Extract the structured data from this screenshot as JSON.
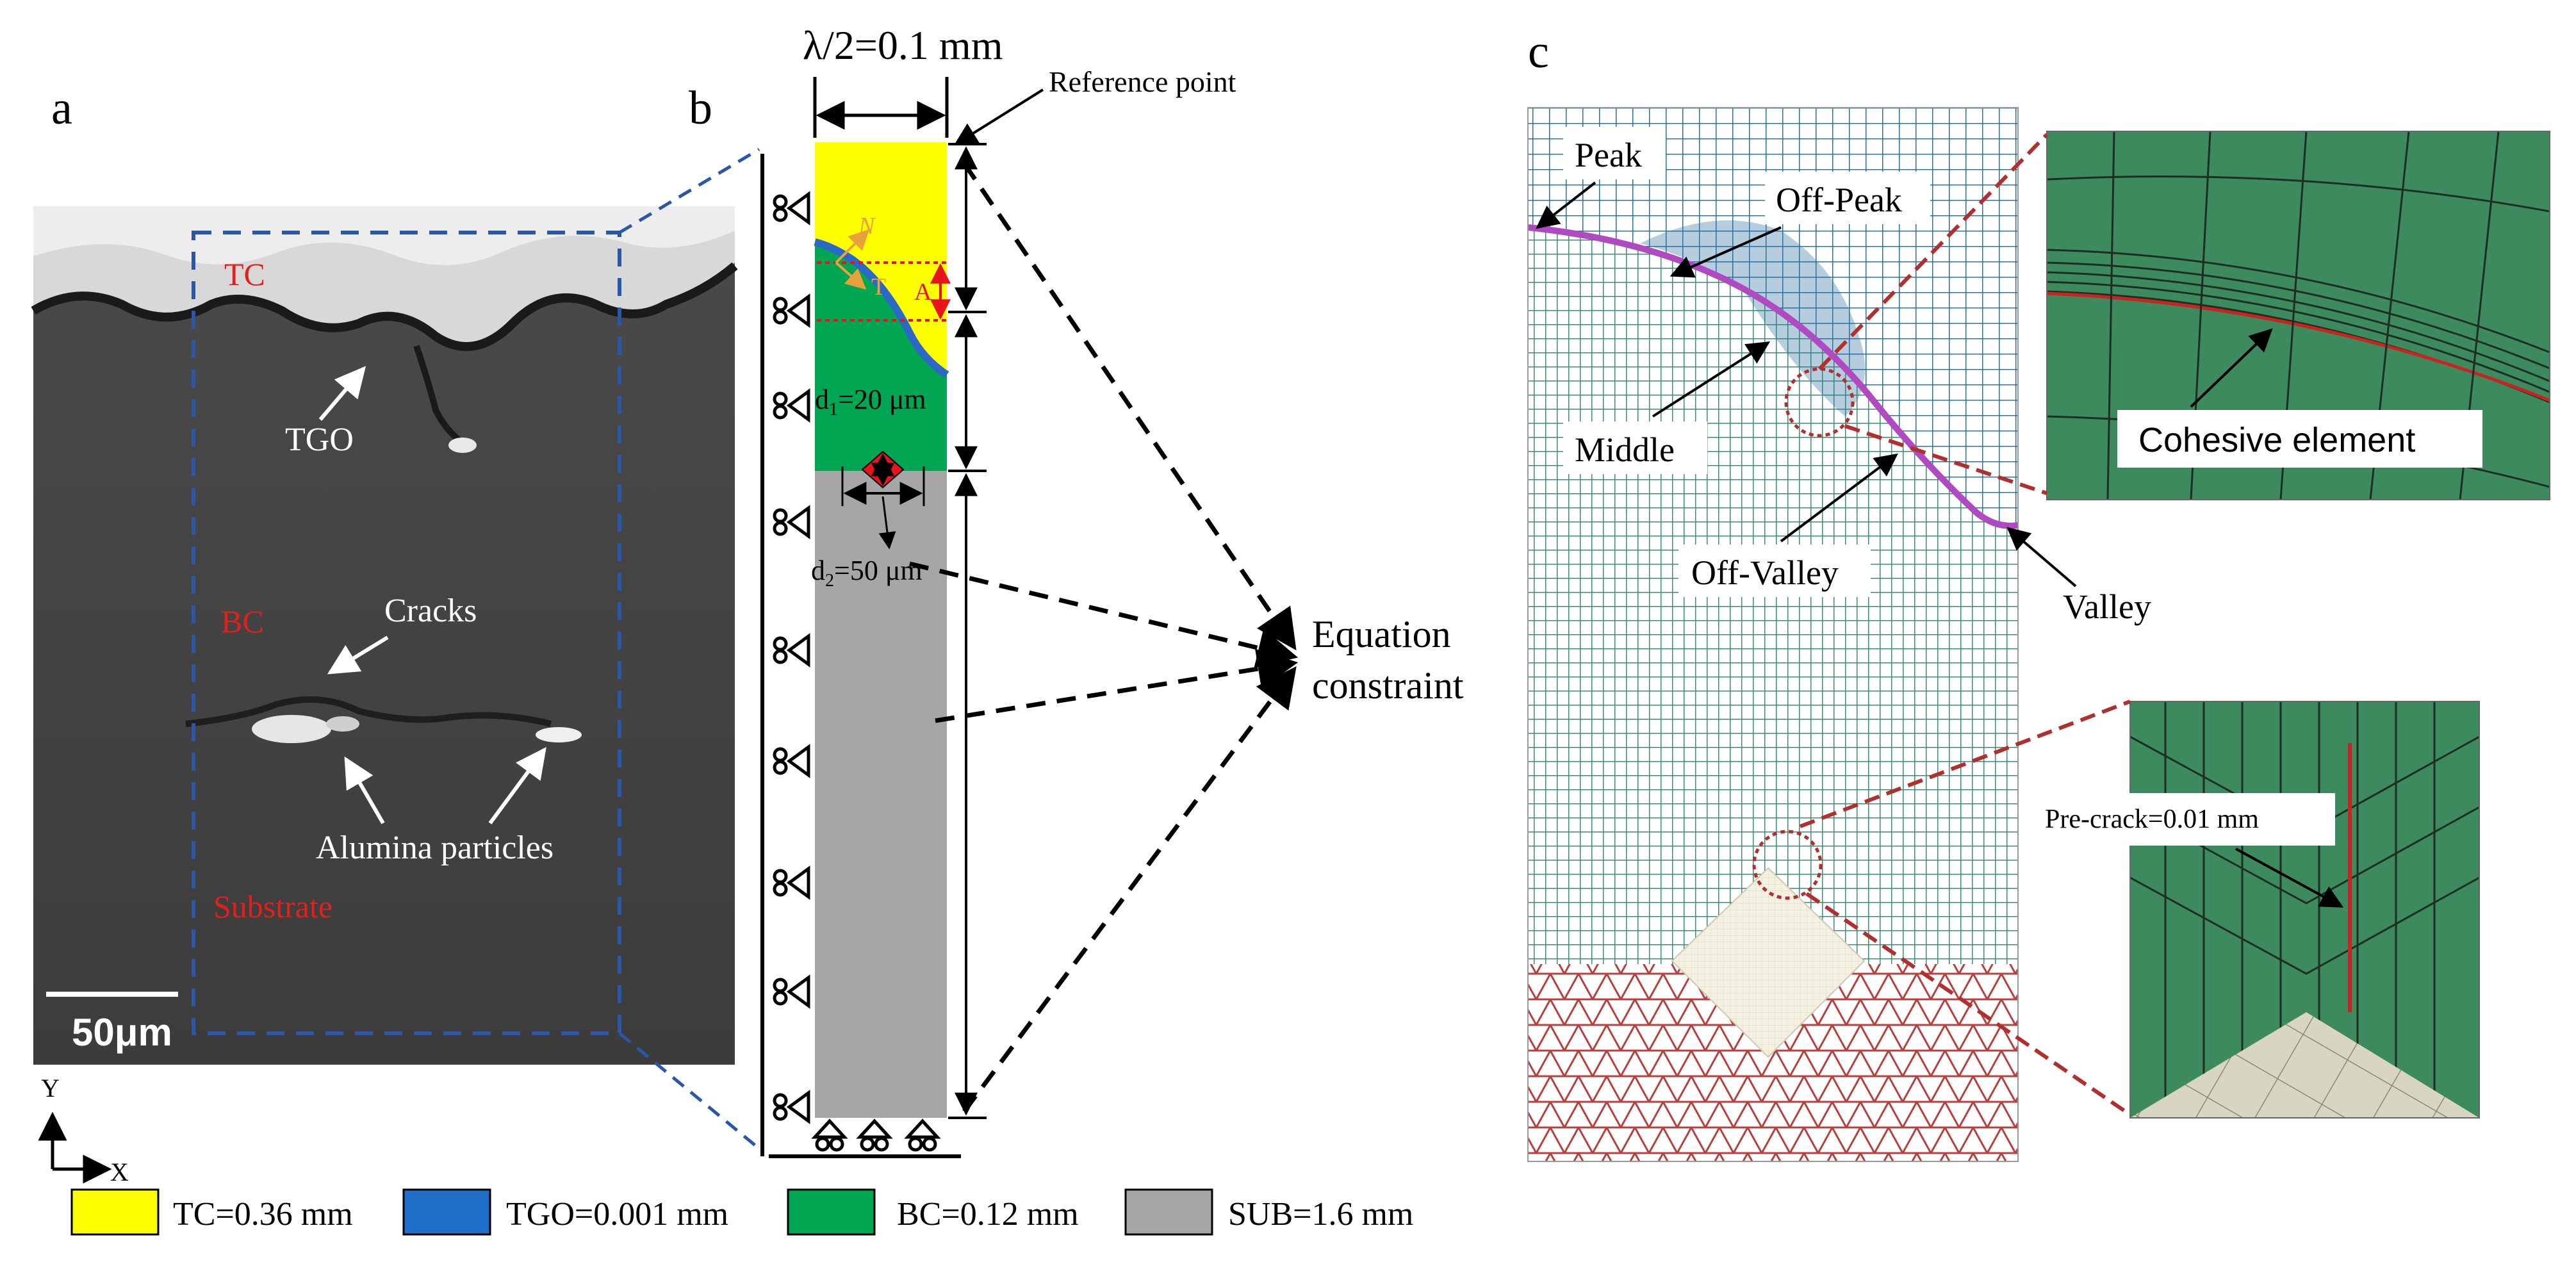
{
  "panel_a": {
    "letter": "a",
    "labels": {
      "tc": "TC",
      "tgo": "TGO",
      "bc": "BC",
      "cracks": "Cracks",
      "alumina": "Alumina particles",
      "substrate": "Substrate",
      "scalebar": "50μm"
    },
    "axes": {
      "y": "Y",
      "x": "X"
    },
    "colors": {
      "red_label": "#e0201c",
      "box": "#2a57a8"
    }
  },
  "panel_b": {
    "letter": "b",
    "width_label": "λ/2=0.1 mm",
    "reference_point": "Reference point",
    "d1_label": "d",
    "d1_sub": "1",
    "d1_value": "=20 μm",
    "d2_label": "d",
    "d2_sub": "2",
    "d2_value": "=50 μm",
    "n_axis": "N",
    "t_axis": "T",
    "amplitude": "A",
    "equation_line1": "Equation",
    "equation_line2": "constraint",
    "colors": {
      "tc": "#ffff00",
      "tgo": "#2b68c7",
      "bc": "#00a651",
      "sub": "#a6a6a6",
      "crack": "#e8141c"
    }
  },
  "panel_c": {
    "letter": "c",
    "labels": {
      "peak": "Peak",
      "off_peak": "Off-Peak",
      "middle": "Middle",
      "off_valley": "Off-Valley",
      "valley": "Valley",
      "cohesive": "Cohesive element",
      "precrack": "Pre-crack=0.01 mm"
    },
    "colors": {
      "mesh_blue": "#2c6f9e",
      "mesh_green": "#3d8a77",
      "mesh_red": "#b8403e",
      "interface": "#b04ac0",
      "zoom_green": "#3c8a5e"
    }
  },
  "legend": [
    {
      "label": "TC=0.36 mm",
      "color": "#ffff00"
    },
    {
      "label": "TGO=0.001 mm",
      "color": "#1f6fc9"
    },
    {
      "label": "BC=0.12 mm",
      "color": "#00a651"
    },
    {
      "label": "SUB=1.6 mm",
      "color": "#a6a6a6"
    }
  ]
}
